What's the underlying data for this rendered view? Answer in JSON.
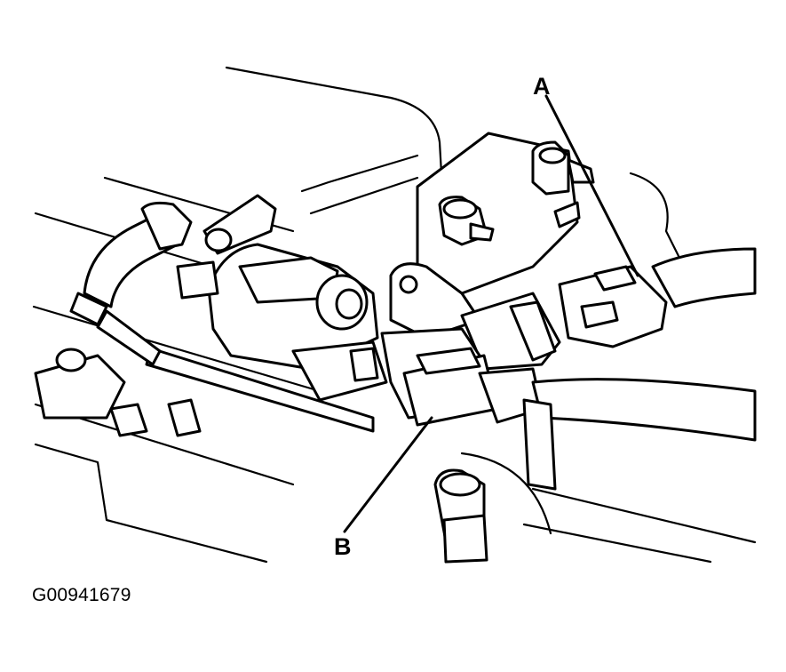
{
  "figure": {
    "callouts": [
      {
        "id": "A",
        "label": "A"
      },
      {
        "id": "B",
        "label": "B"
      }
    ],
    "figure_id": "G00941679",
    "colors": {
      "line": "#000000",
      "background": "#ffffff"
    }
  }
}
